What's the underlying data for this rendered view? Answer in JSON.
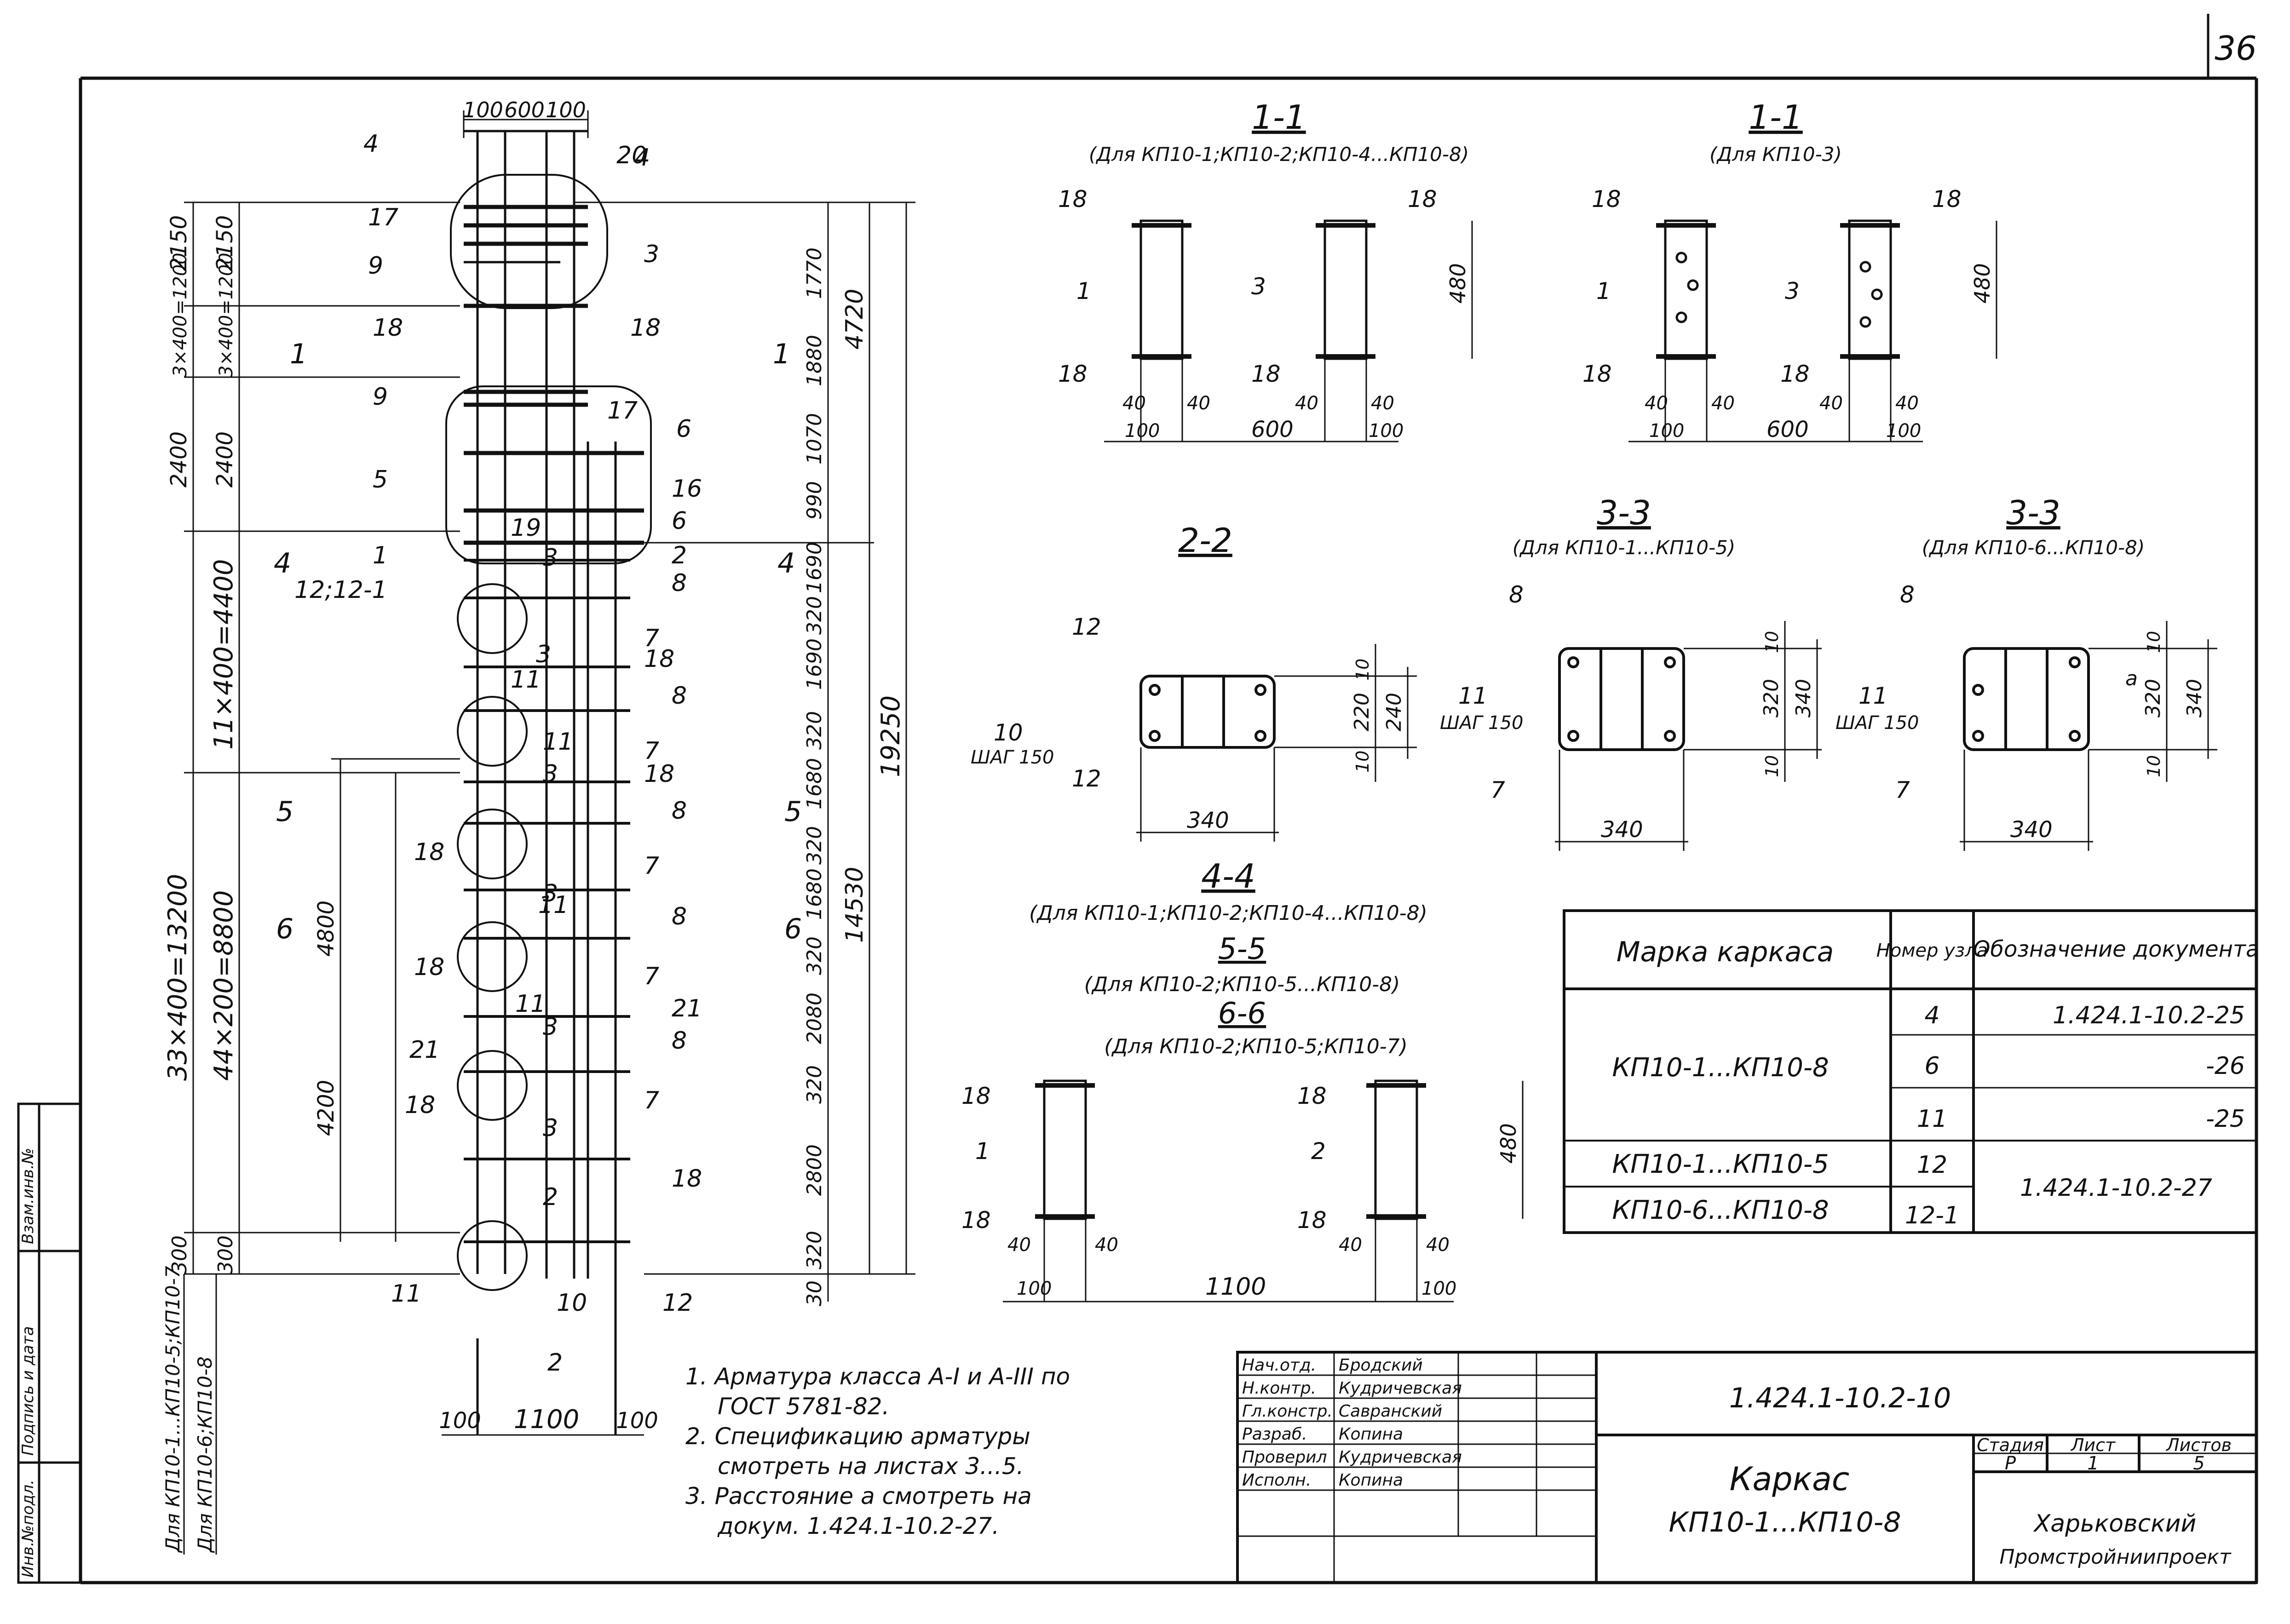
{
  "sheet_number": "36",
  "frame_side": [
    "Инв.№подл.",
    "Подпись и дата",
    "Взам.инв.№"
  ],
  "elevation": {
    "top_dims": [
      "100",
      "600",
      "100"
    ],
    "bottom_dims": [
      "100",
      "1100",
      "100"
    ],
    "left_outer": [
      "2150",
      "3×400=1200",
      "2400",
      "33×400=13200",
      "300"
    ],
    "left_inner": [
      "2150",
      "3×400=1200",
      "2400",
      "11×400=4400",
      "44×200=8800",
      "300"
    ],
    "variant_labels": [
      "Для КП10-1...КП10-5;КП10-7",
      "Для КП10-6;КП10-8"
    ],
    "right_dims": [
      "1770",
      "1880",
      "1070",
      "990",
      "1690",
      "320",
      "1690",
      "320",
      "1680",
      "320",
      "1680",
      "320",
      "2080",
      "320",
      "2800",
      "320",
      "30"
    ],
    "total_dims": [
      "4720",
      "14530",
      "19250"
    ],
    "level_dims": [
      "4800",
      "4200"
    ],
    "item_labels": [
      "4",
      "20",
      "4",
      "17",
      "3",
      "9",
      "18",
      "18",
      "9",
      "17",
      "6",
      "5",
      "6",
      "16",
      "19",
      "6",
      "1",
      "3",
      "2",
      "12;12-1",
      "8",
      "7",
      "18",
      "3",
      "11",
      "8",
      "11",
      "3",
      "7",
      "18",
      "8",
      "18",
      "3",
      "11",
      "7",
      "8",
      "18",
      "11",
      "7",
      "21",
      "3",
      "21",
      "8",
      "18",
      "3",
      "7",
      "18",
      "2",
      "11",
      "10",
      "12",
      "2"
    ],
    "cut_marks": [
      "1",
      "1",
      "4",
      "4",
      "5",
      "5",
      "6",
      "6"
    ]
  },
  "sections": {
    "s11a": {
      "title": "1-1",
      "subtitle": "(Для КП10-1;КП10-2;КП10-4...КП10-8)",
      "labels": [
        "18",
        "1",
        "18",
        "18",
        "3",
        "18"
      ],
      "dims": [
        "480",
        "40",
        "40",
        "40",
        "40",
        "100",
        "600",
        "100"
      ]
    },
    "s11b": {
      "title": "1-1",
      "subtitle": "(Для КП10-3)",
      "labels": [
        "18",
        "1",
        "18",
        "18",
        "3",
        "18"
      ],
      "dims": [
        "480",
        "40",
        "40",
        "40",
        "40",
        "100",
        "600",
        "100"
      ]
    },
    "s22": {
      "title": "2-2",
      "labels": [
        "12",
        "10",
        "ШАГ 150",
        "12"
      ],
      "dims": [
        "10",
        "220",
        "10",
        "240",
        "340"
      ]
    },
    "s33a": {
      "title": "3-3",
      "subtitle": "(Для КП10-1...КП10-5)",
      "labels": [
        "8",
        "11",
        "ШАГ 150",
        "7"
      ],
      "dims": [
        "10",
        "320",
        "10",
        "340",
        "340"
      ]
    },
    "s33b": {
      "title": "3-3",
      "subtitle": "(Для КП10-6...КП10-8)",
      "labels": [
        "8",
        "11",
        "ШАГ 150",
        "7",
        "a"
      ],
      "dims": [
        "10",
        "320",
        "10",
        "340",
        "340"
      ]
    },
    "s44": {
      "title": "4-4",
      "subtitle": "(Для КП10-1;КП10-2;КП10-4...КП10-8)",
      "title2": "5-5",
      "subtitle2": "(Для КП10-2;КП10-5...КП10-8)",
      "title3": "6-6",
      "subtitle3": "(Для КП10-2;КП10-5;КП10-7)",
      "labels": [
        "18",
        "1",
        "18",
        "18",
        "2",
        "18"
      ],
      "dims": [
        "480",
        "40",
        "40",
        "40",
        "40",
        "100",
        "1100",
        "100"
      ]
    }
  },
  "notes": [
    "1. Арматура класса А-I и А-III по",
    "ГОСТ 5781-82.",
    "2. Спецификацию арматуры",
    "смотреть на листах 3...5.",
    "3. Расстояние a смотреть на",
    "докум. 1.424.1-10.2-27."
  ],
  "table": {
    "headers": [
      "Марка каркаса",
      "Номер узла",
      "Обозначение документа"
    ],
    "rows": [
      {
        "mark": "КП10-1...КП10-8",
        "nodes": [
          "4",
          "6",
          "11"
        ],
        "docs": [
          "1.424.1-10.2-25",
          "-26",
          "-25"
        ]
      },
      {
        "mark": "КП10-1...КП10-5",
        "nodes": [
          "12"
        ],
        "docs": [
          "1.424.1-10.2-27"
        ]
      },
      {
        "mark": "КП10-6...КП10-8",
        "nodes": [
          "12-1"
        ],
        "docs": []
      }
    ]
  },
  "title_block": {
    "signers": [
      {
        "role": "Нач.отд.",
        "name": "Бродский"
      },
      {
        "role": "Н.контр.",
        "name": "Кудричевская"
      },
      {
        "role": "Гл.констр.",
        "name": "Савранский"
      },
      {
        "role": "Разраб.",
        "name": "Копина"
      },
      {
        "role": "Проверил",
        "name": "Кудричевская"
      },
      {
        "role": "Исполн.",
        "name": "Копина"
      }
    ],
    "doc_code": "1.424.1-10.2-10",
    "name_line1": "Каркас",
    "name_line2": "КП10-1...КП10-8",
    "stage_label": "Стадия",
    "sheet_label": "Лист",
    "sheets_label": "Листов",
    "stage": "Р",
    "sheet": "1",
    "sheets": "5",
    "org_line1": "Харьковский",
    "org_line2": "Промстройниипроект"
  }
}
